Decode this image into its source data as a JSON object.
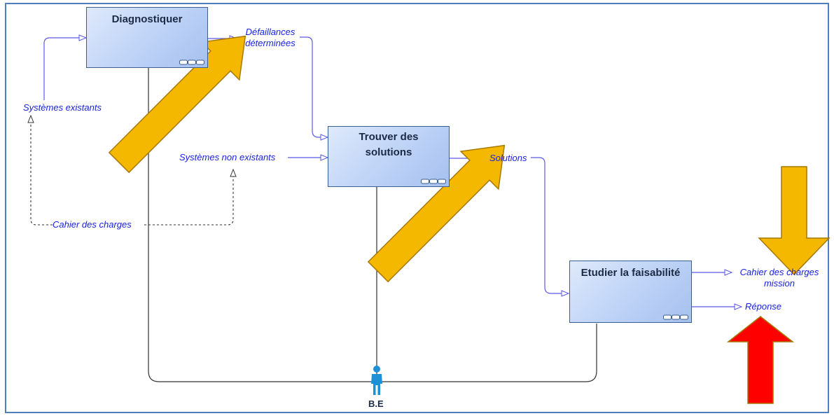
{
  "activities": {
    "diagnostiquer": "Diagnostiquer",
    "trouver_line1": "Trouver des",
    "trouver_line2": "solutions",
    "etudier": "Etudier la faisabilité"
  },
  "flows": {
    "defaillances_line1": "Défaillances",
    "defaillances_line2": "déterminées",
    "systemes_existants": "Systèmes existants",
    "systemes_non_existants": "Systèmes non existants",
    "cahier_des_charges": "Cahier des charges",
    "solutions": "Solutions",
    "cahier_mission_line1": "Cahier des charges",
    "cahier_mission_line2": "mission",
    "reponse": "Réponse"
  },
  "resource": {
    "label": "B.E",
    "icon": "person-icon"
  },
  "colors": {
    "flow_line": "#5a5ae8",
    "flow_text": "#1a22e0",
    "annotation_arrow": "#f5b800",
    "annotation_arrow_border": "#a87700",
    "highlight_arrow": "#ff0000",
    "highlight_arrow_border": "#a87700",
    "resource_icon": "#1e90d6",
    "frame": "#4f7fbf"
  }
}
